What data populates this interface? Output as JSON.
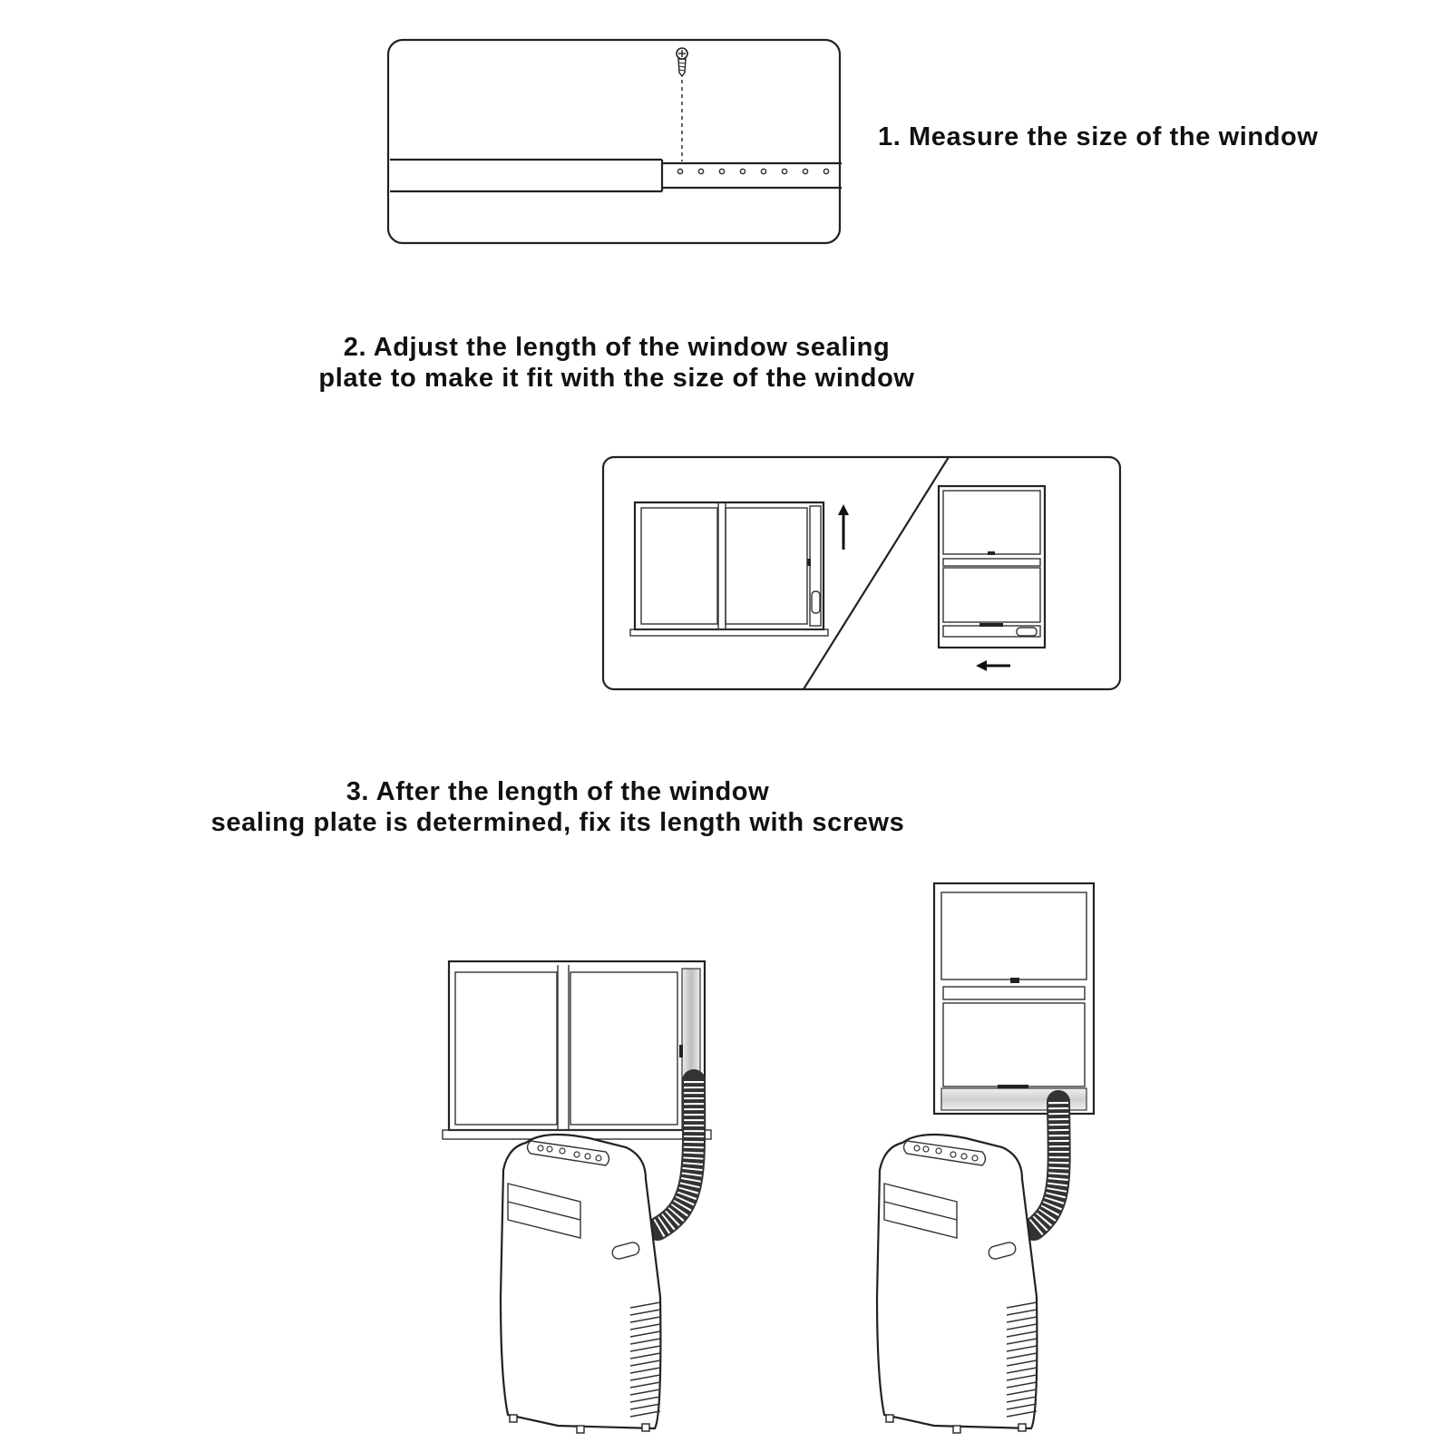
{
  "steps": [
    {
      "text": "1. Measure the size of the window"
    },
    {
      "line1": "2. Adjust the length of the window sealing",
      "line2": "plate to make it fit with the size of the window"
    },
    {
      "line1": "3. After the length of the window",
      "line2": "sealing plate is determined, fix its length with screws"
    }
  ],
  "icons": {
    "screw": "screw-icon",
    "arrow_up": "arrow-up-icon",
    "arrow_left": "arrow-left-icon"
  },
  "colors": {
    "line": "#222222",
    "background": "#ffffff",
    "panel_fill": "#d8d8d8"
  }
}
